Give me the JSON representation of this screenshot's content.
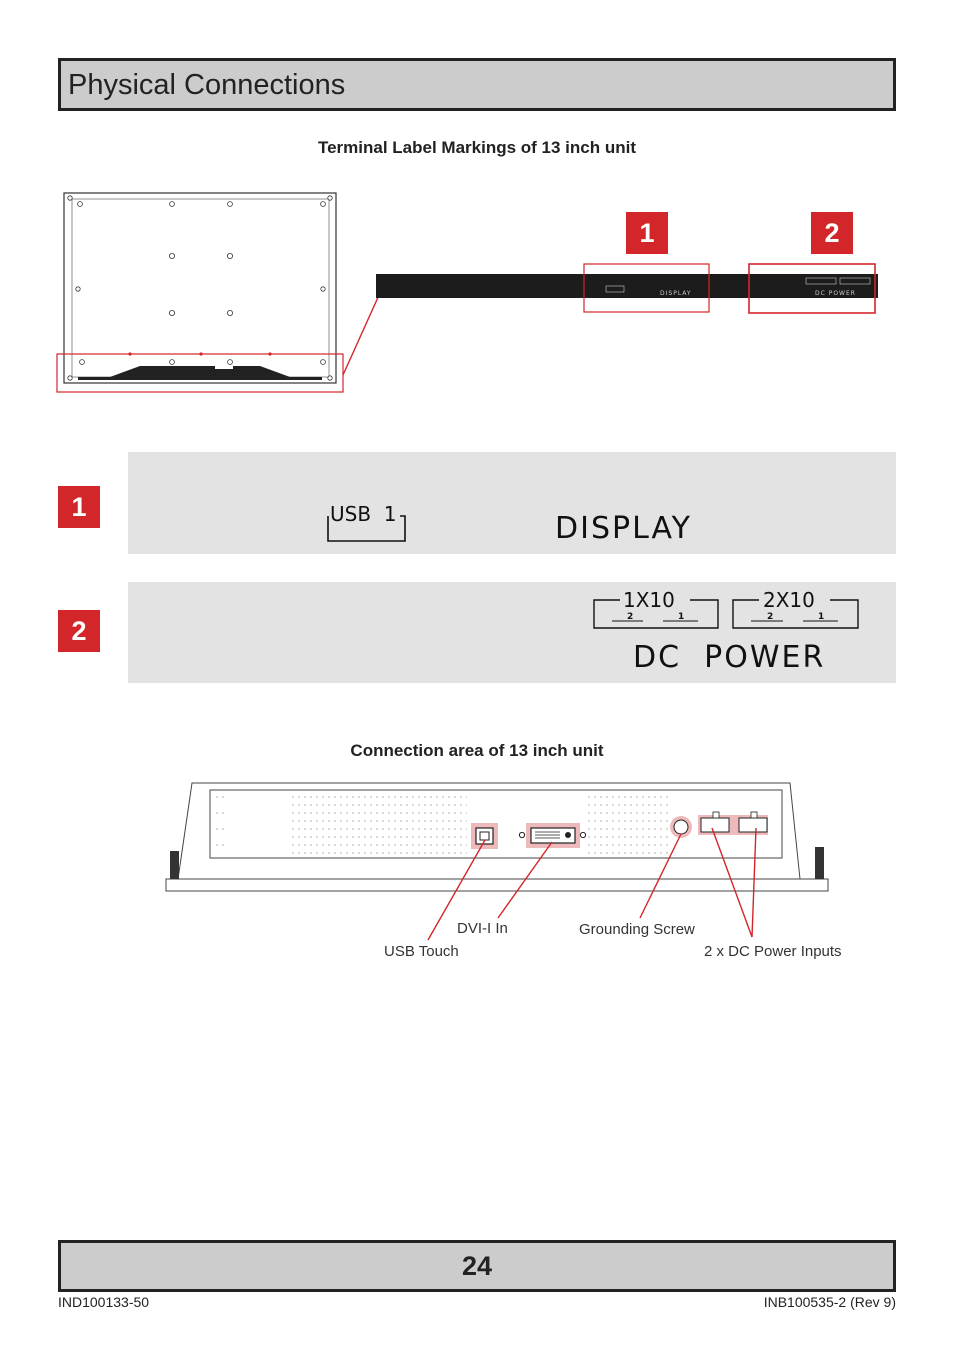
{
  "header": {
    "title": "Physical Connections"
  },
  "section1": {
    "caption": "Terminal Label Markings of 13 inch unit"
  },
  "badges": {
    "one": "1",
    "two": "2"
  },
  "labels": {
    "usb": "USB  1",
    "display": "DISPLAY",
    "dc_power": "DC  POWER",
    "group_1x10": "1X10",
    "group_2x10": "2X10",
    "pin_2": "2",
    "pin_1": "1"
  },
  "section2": {
    "caption": "Connection area of 13 inch unit"
  },
  "callouts": {
    "usb_touch": "USB Touch",
    "dvi_in": "DVI-I In",
    "grounding": "Grounding Screw",
    "dc_inputs": "2 x DC Power Inputs"
  },
  "footer": {
    "page_number": "24",
    "left_code": "IND100133-50",
    "right_code": "INB100535-2 (Rev 9)"
  },
  "colors": {
    "accent_red": "#d3262b",
    "panel_grey": "#e3e3e3",
    "bar_grey": "#cccccc"
  }
}
